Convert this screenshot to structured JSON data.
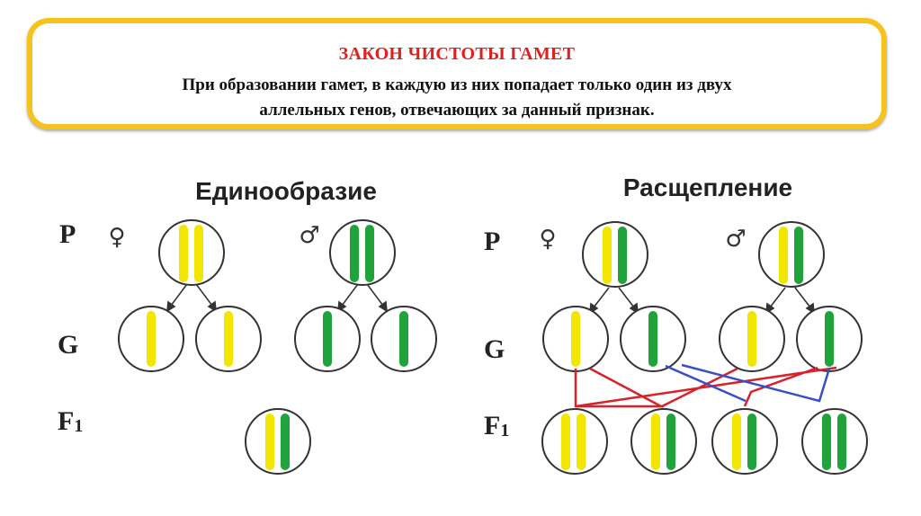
{
  "law": {
    "title": "ЗАКОН ЧИСТОТЫ ГАМЕТ",
    "text_line1": "При образовании гамет, в каждую из них попадает только один из двух",
    "text_line2": "аллельных генов, отвечающих за данный признак."
  },
  "uniformity": {
    "title": "Единообразие",
    "female_symbol": "♀",
    "male_symbol": "♂"
  },
  "segregation": {
    "title": "Расщепление",
    "female_symbol": "♀",
    "male_symbol": "♂"
  },
  "rows": {
    "p_left": "P",
    "g_left": "G",
    "f1_left": "F",
    "f1_left_sub": "1",
    "p_right": "P",
    "g_right": "G",
    "f1_right": "F",
    "f1_right_sub": "1"
  },
  "colors": {
    "yellow_allele": "#f2e600",
    "green_allele": "#1fa33a",
    "red_lines": "#d8222a",
    "blue_lines": "#3b4fc4",
    "law_border": "#f6c21c",
    "law_title": "#e0201c"
  }
}
